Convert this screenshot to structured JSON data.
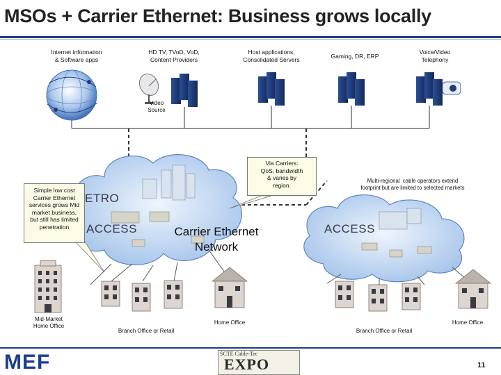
{
  "title": "MSOs + Carrier Ethernet: Business grows locally",
  "services": [
    {
      "label": "Internet information\n& Software apps",
      "icon": "globe-icon"
    },
    {
      "label": "HD TV, TVoD, VoD,\nContent Providers",
      "icon": "server-icon"
    },
    {
      "label": "Host applications,\nConsolidated Servers",
      "icon": "server-icon"
    },
    {
      "label": "Gaming, DR, ERP",
      "icon": "server-icon"
    },
    {
      "label": "Voice/Video\nTelephony",
      "icon": "server-icon"
    }
  ],
  "video_source_label": "Video\nSource",
  "callouts": {
    "left": "Simple low cost\nCarrier Ethernet\nservices grows Mid\nmarket business,\nbut still has limited\npenetration",
    "carriers": "Via Carriers:\nQoS, bandwidth\n& varies by\nregion.",
    "multi_regional": "Multi-regional  cable operators extend\nfootprint but are limited to selected markets"
  },
  "cloud_labels": {
    "metro": "ETRO",
    "access_left": "ACCESS",
    "access_right": "ACCESS"
  },
  "network_label": "Carrier Ethernet\nNetwork",
  "sites": {
    "mid_market": "Mid-Market\nHome Office",
    "branch_left": "Branch Office or Retail",
    "home_center": "Home Office",
    "branch_right": "Branch Office or Retail",
    "home_right": "Home Office"
  },
  "footer": {
    "logo_text": "MEF",
    "expo_top": "SCTE Cable-Tec",
    "expo_main": "EXPO",
    "page_number": "11"
  },
  "colors": {
    "title_rule": "#1f3f7a",
    "cloud_fill": "#c9dcf3",
    "cloud_stroke": "#5b86c4",
    "server": "#1f3d7a",
    "callout_bg": "#fbfbe6"
  }
}
